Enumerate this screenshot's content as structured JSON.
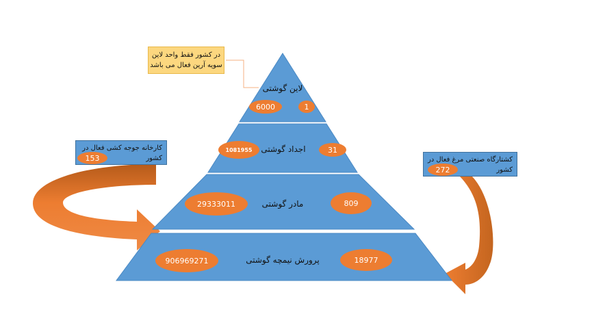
{
  "pyramid": {
    "levels": [
      {
        "label": "لاین گوشتی",
        "left_value": "6000",
        "right_value": "1"
      },
      {
        "label": "اجداد گوشتی",
        "left_value": "1081955",
        "right_value": "31"
      },
      {
        "label": "مادر گوشتی",
        "left_value": "29333011",
        "right_value": "809"
      },
      {
        "label": "پرورش نیمچه گوشتی",
        "left_value": "906969271",
        "right_value": "18977"
      }
    ]
  },
  "note": {
    "line1": "در کشور فقط واحد لاین",
    "line2": "سویه آرین فعال می باشد"
  },
  "left_callout": {
    "line1": "کارخانه جوجه کشی فعال در",
    "line2": "کشور",
    "value": "153"
  },
  "right_callout": {
    "line1": "کشتارگاه صنعتی مرغ فعال در",
    "line2": "کشور",
    "value": "272"
  },
  "colors": {
    "pyramid": "#5b9bd5",
    "pyramid_edge": "#4a89c4",
    "oval": "#ed7d31",
    "arrow": "#ed7d31",
    "note_bg": "#fcd77f",
    "leader": "#f4b183"
  }
}
